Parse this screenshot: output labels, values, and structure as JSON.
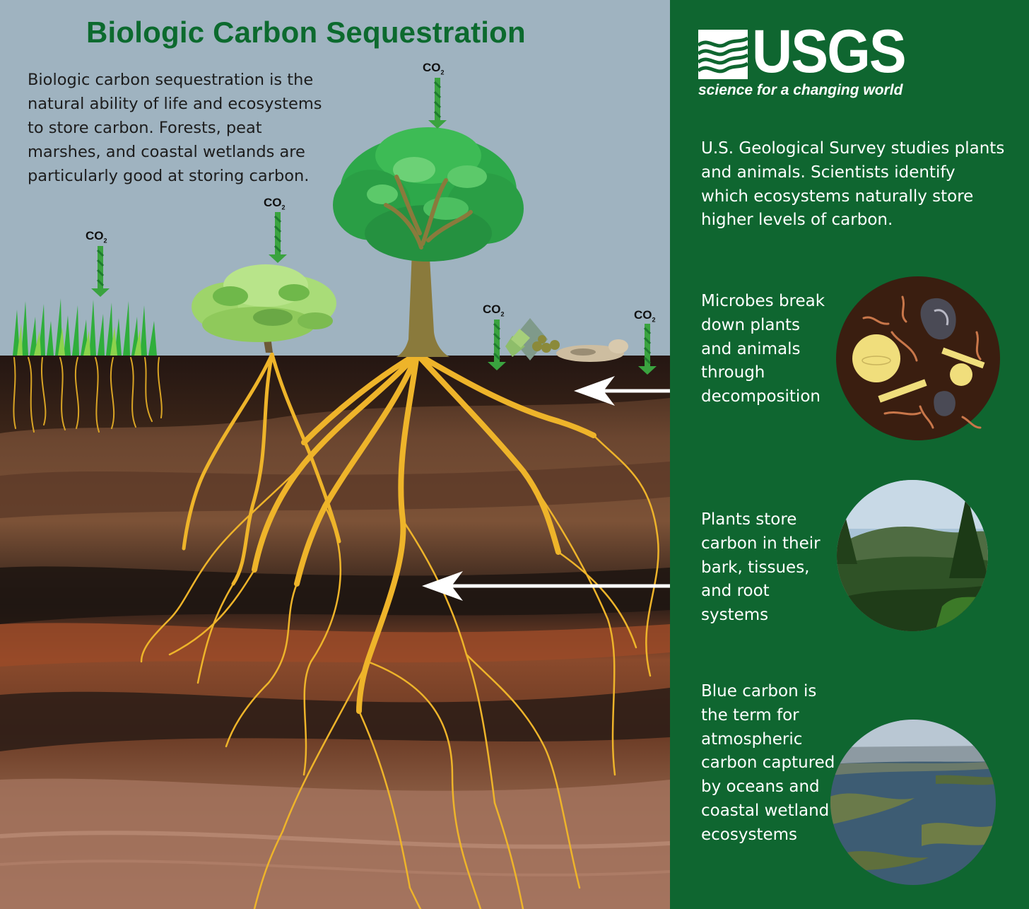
{
  "header": {
    "title": "Biologic Carbon Sequestration",
    "intro": "Biologic carbon sequestration is the natural ability of life and ecosystems to store carbon. Forests, peat marshes, and coastal wetlands are particularly good at storing carbon."
  },
  "co2_labels": {
    "main": "CO",
    "subscript": "2"
  },
  "logo": {
    "wordmark": "USGS",
    "tagline": "science for a changing world"
  },
  "panel": {
    "usgs_text": "U.S. Geological Survey studies plants and animals. Scientists identify which ecosystems naturally store higher levels of carbon.",
    "microbes_text": "Microbes break down plants and animals through decomposition",
    "plants_text": "Plants store carbon in their bark, tissues, and root systems",
    "blue_carbon_text": "Blue carbon is the term for atmospheric carbon captured by oceans and coastal wetland ecosystems"
  },
  "colors": {
    "title_green": "#0c6a2e",
    "panel_green": "#0f6630",
    "sky": "#9fb3c0",
    "root_gold": "#eeb42a",
    "arrow_green": "#3aa33f"
  },
  "icons": [
    "co2-arrow-icon",
    "usgs-wave-icon",
    "white-arrow-icon"
  ]
}
